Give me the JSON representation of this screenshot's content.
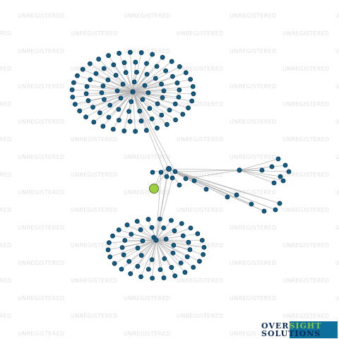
{
  "watermark": {
    "text": "UNREGISTERED"
  },
  "logo": {
    "line1_a": "OVER",
    "line1_b": "SIGHT",
    "line2": "SOLUTIONS"
  },
  "colors": {
    "edge": "#b3b3b3",
    "node_fill": "#0e5f8a",
    "node_stroke": "#0a2f45",
    "focus_fill": "#9bd13f",
    "focus_stroke": "#3b5a10"
  }
}
